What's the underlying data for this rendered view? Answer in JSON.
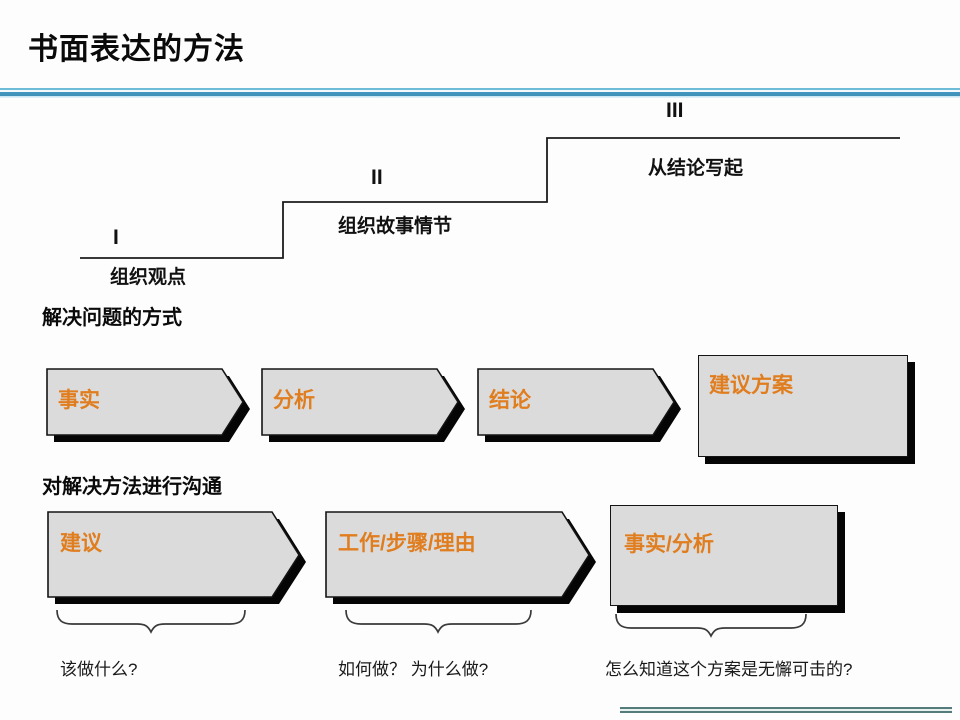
{
  "title": "书面表达的方法",
  "staircase": {
    "steps": [
      {
        "numeral": "I",
        "label": "组织观点"
      },
      {
        "numeral": "II",
        "label": "组织故事情节"
      },
      {
        "numeral": "III",
        "label": "从结论写起"
      }
    ]
  },
  "sections": {
    "solve": {
      "heading": "解决问题的方式",
      "shapes": [
        {
          "label": "事实",
          "type": "arrow"
        },
        {
          "label": "分析",
          "type": "arrow"
        },
        {
          "label": "结论",
          "type": "arrow"
        },
        {
          "label": "建议方案",
          "type": "box"
        }
      ]
    },
    "communicate": {
      "heading": "对解决方法进行沟通",
      "shapes": [
        {
          "label": "建议",
          "type": "arrow"
        },
        {
          "label": "工作/步骤/理由",
          "type": "arrow"
        },
        {
          "label": "事实/分析",
          "type": "box"
        }
      ],
      "questions": [
        "该做什么?",
        "如何做？ 为什么做?",
        "怎么知道这个方案是无懈可击的?"
      ]
    }
  },
  "colors": {
    "accent_orange": "#e07d1e",
    "shape_fill": "#dbdbdb",
    "title_rule_blue": "#4398c0",
    "footer_rule_teal": "#547c7c"
  }
}
